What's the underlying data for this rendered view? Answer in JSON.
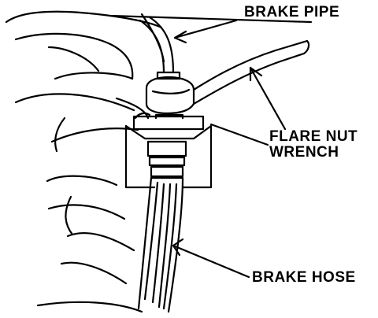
{
  "labels": {
    "brake_pipe": "BRAKE PIPE",
    "flare_nut_wrench_line1": "FLARE NUT",
    "flare_nut_wrench_line2": "WRENCH",
    "brake_hose": "BRAKE HOSE"
  },
  "colors": {
    "ink": "#000000",
    "paper": "#ffffff"
  }
}
